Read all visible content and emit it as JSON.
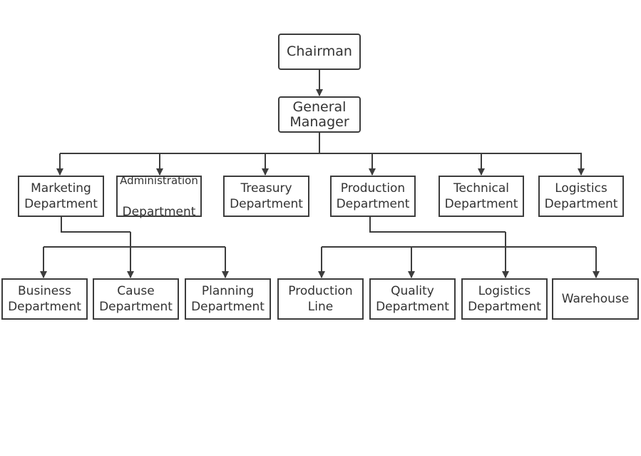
{
  "chart": {
    "root": {
      "label": "Chairman"
    },
    "manager": {
      "label": "General\nManager"
    },
    "departments": {
      "marketing": {
        "label": "Marketing\nDepartment"
      },
      "administration": {
        "line1": "Administration",
        "line2": "Department"
      },
      "treasury": {
        "label": "Treasury\nDepartment"
      },
      "production": {
        "label": "Production\nDepartment"
      },
      "technical": {
        "label": "Technical\nDepartment"
      },
      "logistics": {
        "label": "Logistics\nDepartment"
      }
    },
    "marketing_units": {
      "business": {
        "label": "Business\nDepartment"
      },
      "cause": {
        "label": "Cause\nDepartment"
      },
      "planning": {
        "label": "Planning\nDepartment"
      }
    },
    "production_units": {
      "production_line": {
        "label": "Production\nLine"
      },
      "quality": {
        "label": "Quality\nDepartment"
      },
      "logistics": {
        "label": "Logistics\nDepartment"
      },
      "warehouse": {
        "label": "Warehouse"
      }
    }
  }
}
